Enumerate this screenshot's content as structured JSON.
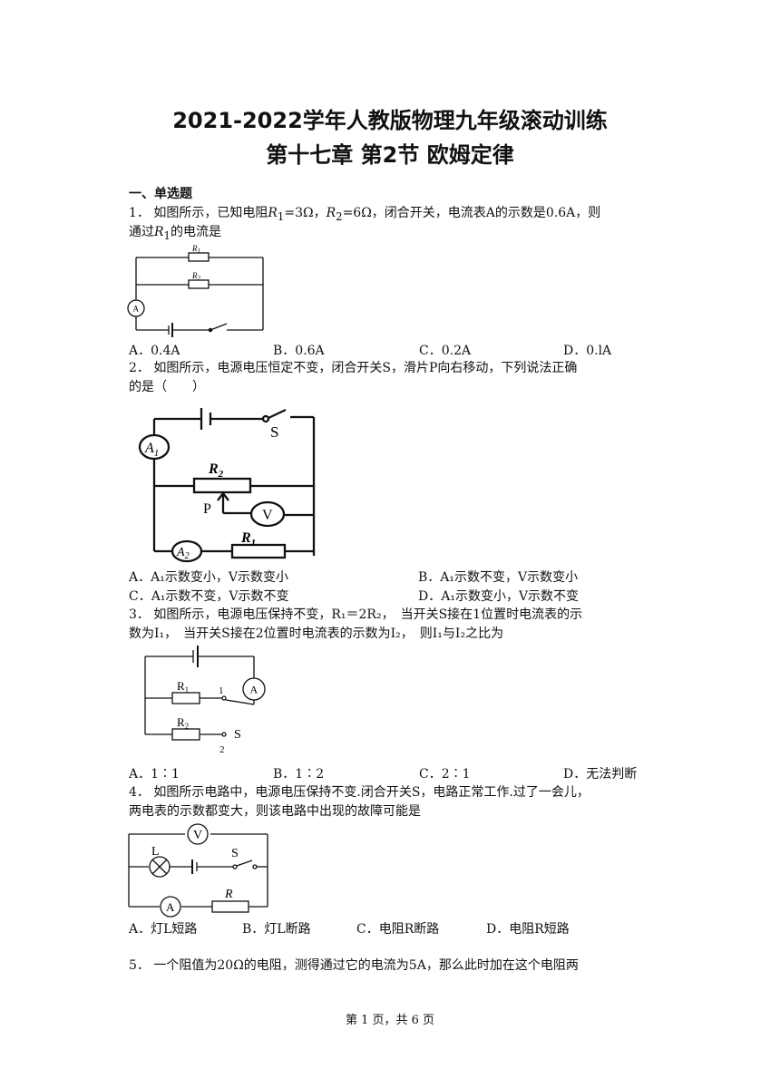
{
  "header": {
    "title_line1": "2021-2022学年人教版物理九年级滚动训练",
    "title_line2": "第十七章 第2节 欧姆定律"
  },
  "section": {
    "label": "一、单选题"
  },
  "q1": {
    "number": "1．",
    "text_a": "如图所示，已知电阻",
    "r1": "R",
    "r1_sub": "1",
    "r1_val": "=3Ω，",
    "r2": "R",
    "r2_sub": "2",
    "r2_val": "=6Ω，闭合开关，电流表A的示数是0.6A，则",
    "line2_a": "通过",
    "line2_r": "R",
    "line2_sub": "1",
    "line2_b": "的电流是",
    "figure": {
      "r1_label": "R",
      "r1_sub": "1",
      "r2_label": "R",
      "r2_sub": "2",
      "meter": "A"
    },
    "options": [
      "A．0.4A",
      "B．0.6A",
      "C．0.2A",
      "D．0.lA"
    ]
  },
  "q2": {
    "number": "2．",
    "line1": "如图所示，电源电压恒定不变，闭合开关S，滑片P向右移动，下列说法正确",
    "line2": "的是（　　）",
    "figure": {
      "switch": "S",
      "a1": "A",
      "a1_sub": "1",
      "r2": "R",
      "r2_sub": "2",
      "slider": "P",
      "voltmeter": "V",
      "a2": "A",
      "a2_sub": "2",
      "r1": "R",
      "r1_sub": "1"
    },
    "options": [
      "A．A₁示数变小，V示数变小",
      "B．A₁示数不变，V示数变小",
      "C．A₁示数不变，V示数不变",
      "D．A₁示数变小，V示数不变"
    ]
  },
  "q3": {
    "number": "3．",
    "line1": "如图所示，电源电压保持不变，R₁＝2R₂，　当开关S接在1位置时电流表的示",
    "line2": "数为I₁，　当开关S接在2位置时电流表的示数为I₂，　则I₁与I₂之比为",
    "figure": {
      "r1": "R",
      "r1_sub": "1",
      "r2": "R",
      "r2_sub": "2",
      "pos1": "1",
      "pos2": "2",
      "switch": "S",
      "meter": "A"
    },
    "options": [
      "A．1∶1",
      "B．1∶2",
      "C．2∶1",
      "D．无法判断"
    ]
  },
  "q4": {
    "number": "4．",
    "line1": "如图所示电路中，电源电压保持不变.闭合开关S，电路正常工作.过了一会儿，",
    "line2": "两电表的示数都变大，则该电路中出现的故障可能是",
    "figure": {
      "voltmeter": "V",
      "lamp": "L",
      "switch": "S",
      "ammeter": "A",
      "resistor": "R"
    },
    "options": [
      "A．灯L短路",
      "B．灯L断路",
      "C．电阻R断路",
      "D．电阻R短路"
    ]
  },
  "q5": {
    "number": "5．",
    "line1": "一个阻值为20Ω的电阻，测得通过它的电流为5A，那么此时加在这个电阻两"
  },
  "footer": {
    "page": "第 1 页，共 6 页"
  }
}
